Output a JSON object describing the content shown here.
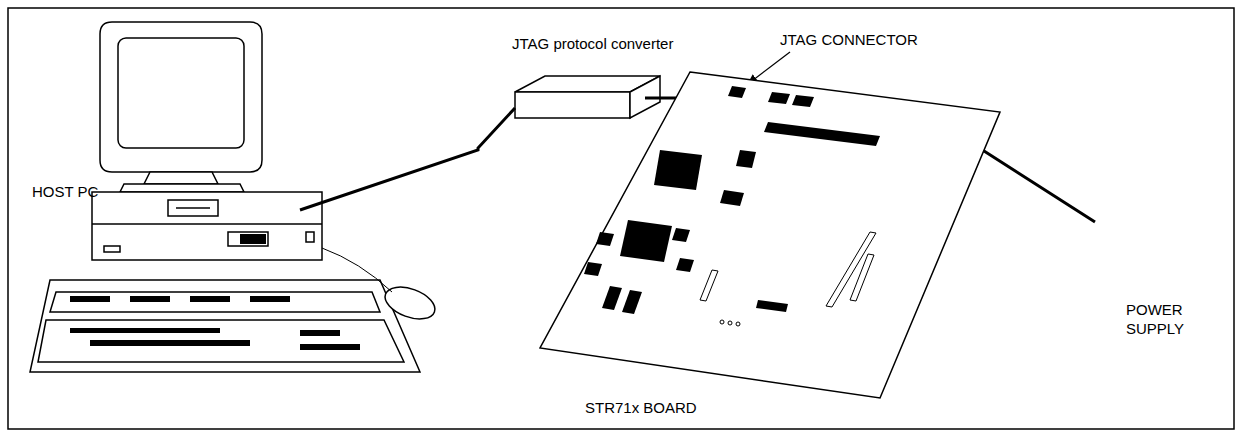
{
  "diagram": {
    "labels": [
      "JTAG protocol converter",
      "JTAG CONNECTOR",
      "HOST PC",
      "STR71x BOARD",
      "POWER SUPPLY"
    ]
  }
}
